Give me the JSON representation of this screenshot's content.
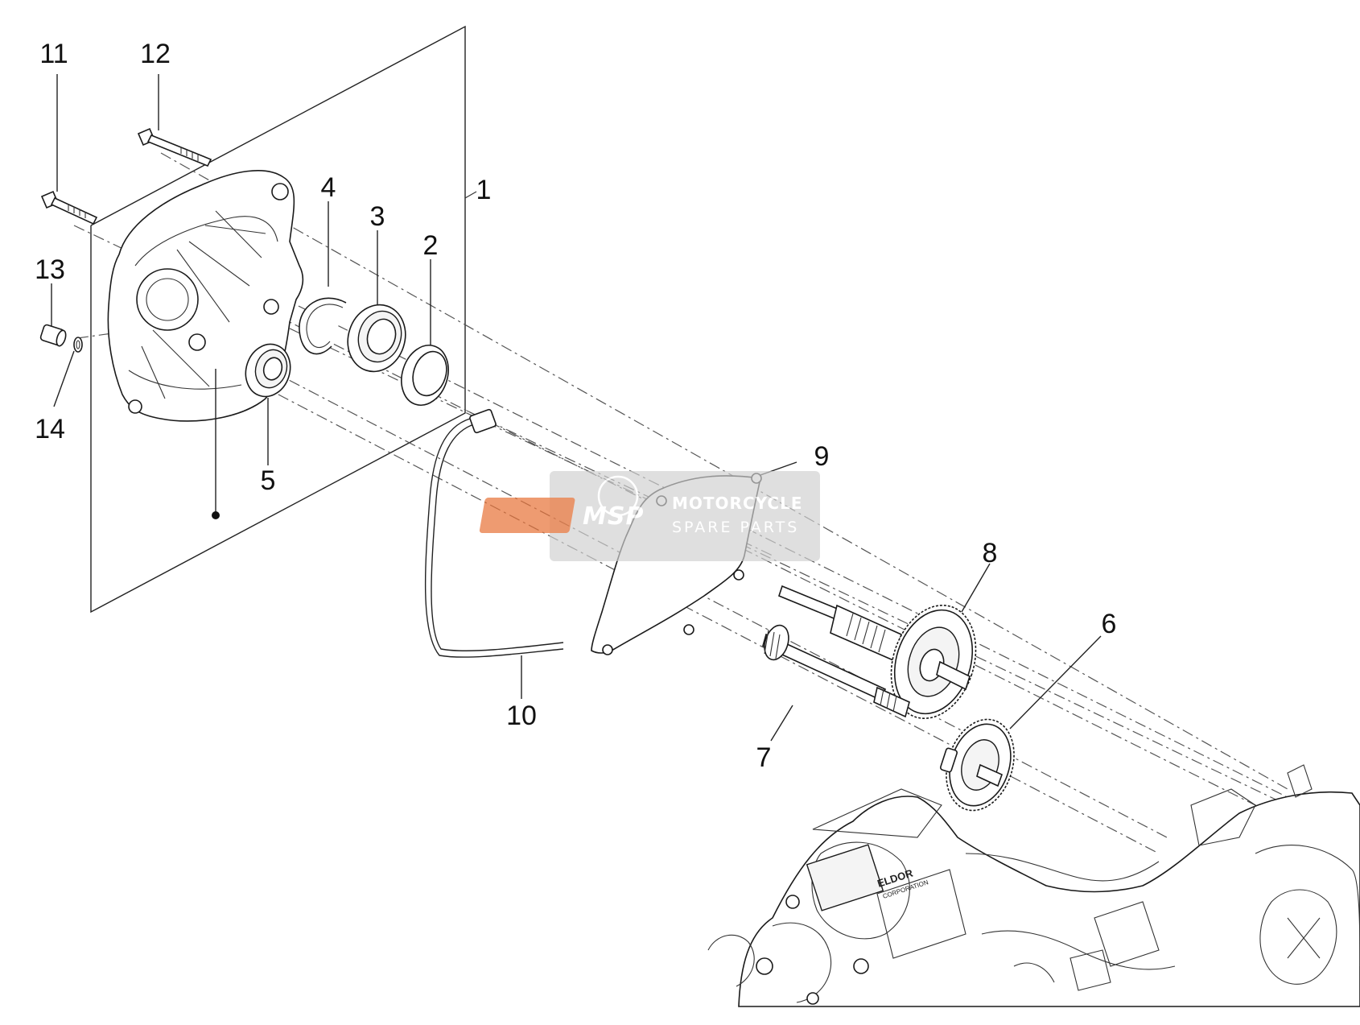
{
  "diagram": {
    "callouts": [
      {
        "id": "1",
        "label": "1"
      },
      {
        "id": "2",
        "label": "2"
      },
      {
        "id": "3",
        "label": "3"
      },
      {
        "id": "4",
        "label": "4"
      },
      {
        "id": "5",
        "label": "5"
      },
      {
        "id": "6",
        "label": "6"
      },
      {
        "id": "7",
        "label": "7"
      },
      {
        "id": "8",
        "label": "8"
      },
      {
        "id": "9",
        "label": "9"
      },
      {
        "id": "10",
        "label": "10"
      },
      {
        "id": "11",
        "label": "11"
      },
      {
        "id": "12",
        "label": "12"
      },
      {
        "id": "13",
        "label": "13"
      },
      {
        "id": "14",
        "label": "14"
      }
    ]
  },
  "watermark": {
    "logo_text": "MSP",
    "line1": "MOTORCYCLE",
    "line2": "SPARE PARTS",
    "accent_color": "#e8743b",
    "panel_color": "#cfcfcf"
  },
  "engine_label": {
    "brand": "ELDOR",
    "sub": "CORPORATION"
  }
}
